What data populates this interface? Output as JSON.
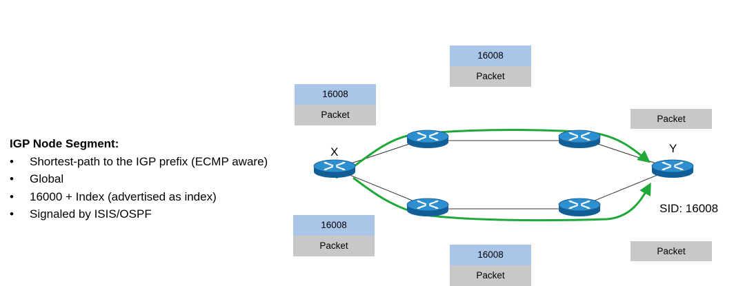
{
  "segment": {
    "heading": "IGP Node Segment:",
    "bullets": [
      "Shortest-path to the IGP prefix  (ECMP aware)",
      "Global",
      "16000 + Index (advertised  as index)",
      "Signaled by ISIS/OSPF"
    ]
  },
  "packets": {
    "top_left": {
      "label": "16008",
      "payload": "Packet"
    },
    "top_middle": {
      "label": "16008",
      "payload": "Packet"
    },
    "bottom_left": {
      "label": "16008",
      "payload": "Packet"
    },
    "bottom_middle": {
      "label": "16008",
      "payload": "Packet"
    },
    "right_top": {
      "payload": "Packet"
    },
    "right_bottom": {
      "payload": "Packet"
    }
  },
  "nodes": {
    "x_label": "X",
    "y_label": "Y",
    "sid_label": "SID: 16008"
  },
  "colors": {
    "path": "#1fa83a",
    "label_box": "#a9c6e8",
    "payload_box": "#c8c8c8",
    "router": "#1f7fc0"
  }
}
